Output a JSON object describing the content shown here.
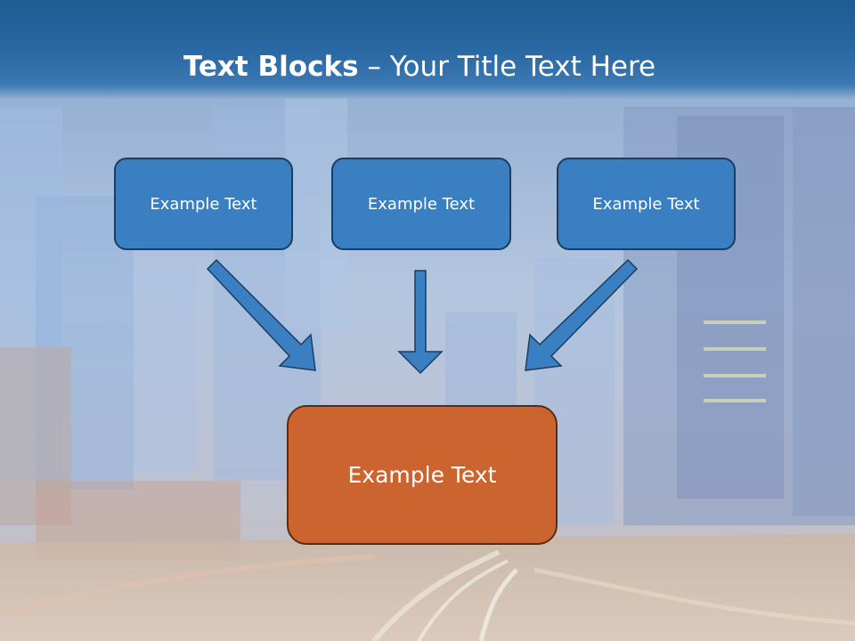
{
  "title": {
    "bold": "Text Blocks",
    "dash": "–",
    "rest": "Your Title Text Here"
  },
  "boxes": {
    "left": "Example Text",
    "center": "Example Text",
    "right": "Example Text",
    "target": "Example Text"
  },
  "colors": {
    "title_bar": "#2a6aa5",
    "box_blue": "#3a7fc1",
    "box_orange": "#cc6430",
    "arrow_fill": "#3a7fc1",
    "arrow_stroke": "#1b3d60"
  }
}
